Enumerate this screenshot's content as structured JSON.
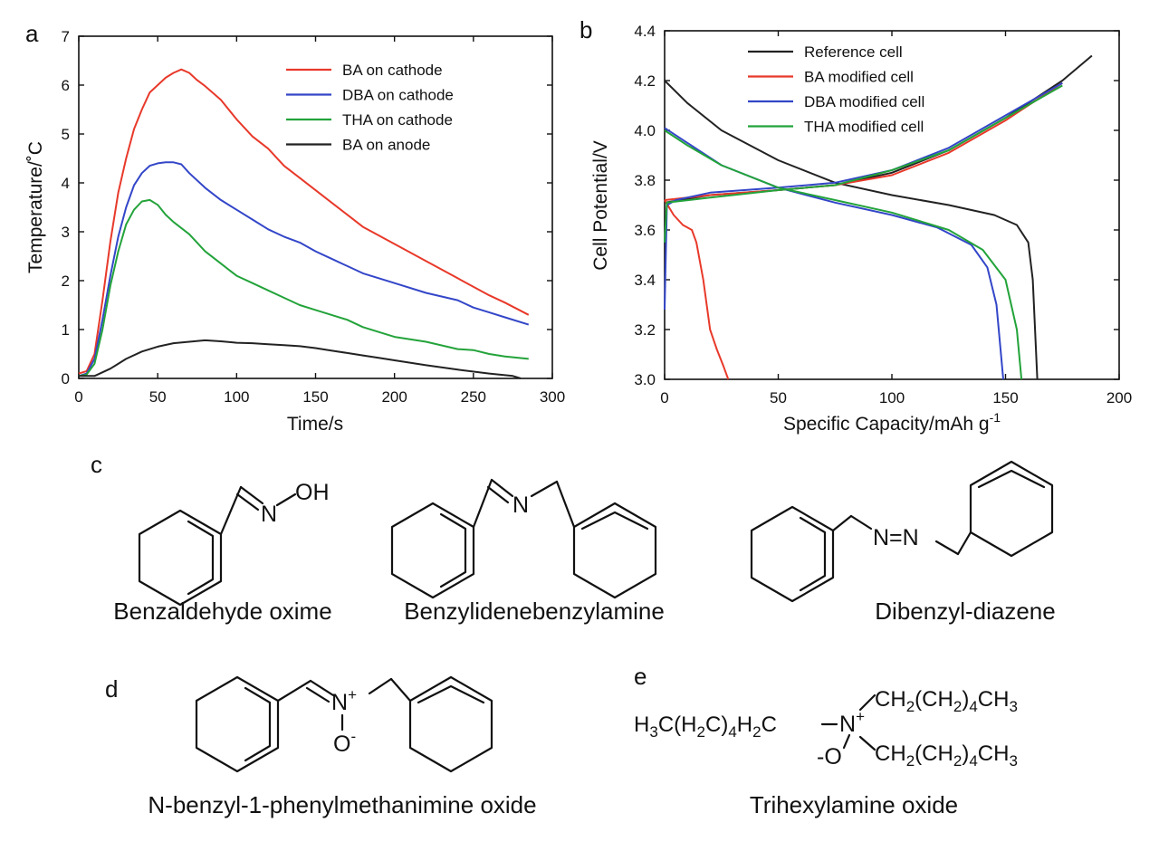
{
  "panels": {
    "a": "a",
    "b": "b",
    "c": "c",
    "d": "d",
    "e": "e"
  },
  "chart_data": [
    {
      "type": "line",
      "panel": "a",
      "title": "",
      "xlabel": "Time/s",
      "ylabel": "Temperature/˚C",
      "xlim": [
        0,
        300
      ],
      "ylim": [
        0,
        7
      ],
      "xticks": [
        "0",
        "50",
        "100",
        "150",
        "200",
        "250",
        "300"
      ],
      "yticks": [
        "0",
        "1",
        "2",
        "3",
        "4",
        "5",
        "6",
        "7"
      ],
      "grid": false,
      "legend_position": "top-right",
      "series": [
        {
          "name": "BA on cathode",
          "color": "#e8392a",
          "points": [
            [
              0,
              0.1
            ],
            [
              5,
              0.15
            ],
            [
              10,
              0.5
            ],
            [
              15,
              1.6
            ],
            [
              20,
              2.8
            ],
            [
              25,
              3.8
            ],
            [
              30,
              4.5
            ],
            [
              35,
              5.1
            ],
            [
              40,
              5.5
            ],
            [
              45,
              5.85
            ],
            [
              50,
              6.0
            ],
            [
              55,
              6.15
            ],
            [
              60,
              6.25
            ],
            [
              65,
              6.32
            ],
            [
              70,
              6.25
            ],
            [
              75,
              6.1
            ],
            [
              80,
              5.98
            ],
            [
              90,
              5.7
            ],
            [
              100,
              5.3
            ],
            [
              110,
              4.95
            ],
            [
              120,
              4.7
            ],
            [
              130,
              4.35
            ],
            [
              140,
              4.1
            ],
            [
              150,
              3.85
            ],
            [
              160,
              3.6
            ],
            [
              170,
              3.35
            ],
            [
              180,
              3.1
            ],
            [
              200,
              2.75
            ],
            [
              220,
              2.4
            ],
            [
              240,
              2.05
            ],
            [
              260,
              1.7
            ],
            [
              270,
              1.55
            ],
            [
              285,
              1.3
            ]
          ]
        },
        {
          "name": "DBA on cathode",
          "color": "#3346c8",
          "points": [
            [
              0,
              0.05
            ],
            [
              5,
              0.1
            ],
            [
              10,
              0.4
            ],
            [
              15,
              1.2
            ],
            [
              20,
              2.1
            ],
            [
              25,
              2.9
            ],
            [
              30,
              3.5
            ],
            [
              35,
              3.95
            ],
            [
              40,
              4.2
            ],
            [
              45,
              4.35
            ],
            [
              50,
              4.4
            ],
            [
              55,
              4.42
            ],
            [
              60,
              4.42
            ],
            [
              65,
              4.38
            ],
            [
              70,
              4.2
            ],
            [
              80,
              3.9
            ],
            [
              90,
              3.65
            ],
            [
              100,
              3.45
            ],
            [
              110,
              3.25
            ],
            [
              120,
              3.05
            ],
            [
              130,
              2.9
            ],
            [
              140,
              2.78
            ],
            [
              150,
              2.6
            ],
            [
              160,
              2.45
            ],
            [
              180,
              2.15
            ],
            [
              200,
              1.95
            ],
            [
              220,
              1.75
            ],
            [
              240,
              1.6
            ],
            [
              250,
              1.45
            ],
            [
              260,
              1.35
            ],
            [
              270,
              1.25
            ],
            [
              285,
              1.1
            ]
          ]
        },
        {
          "name": "THA on cathode",
          "color": "#23a33a",
          "points": [
            [
              0,
              0.05
            ],
            [
              5,
              0.08
            ],
            [
              10,
              0.3
            ],
            [
              15,
              1.0
            ],
            [
              20,
              1.9
            ],
            [
              25,
              2.6
            ],
            [
              30,
              3.15
            ],
            [
              35,
              3.45
            ],
            [
              40,
              3.62
            ],
            [
              45,
              3.65
            ],
            [
              50,
              3.55
            ],
            [
              55,
              3.35
            ],
            [
              60,
              3.2
            ],
            [
              70,
              2.95
            ],
            [
              80,
              2.6
            ],
            [
              90,
              2.35
            ],
            [
              100,
              2.1
            ],
            [
              110,
              1.95
            ],
            [
              120,
              1.8
            ],
            [
              130,
              1.65
            ],
            [
              140,
              1.5
            ],
            [
              150,
              1.4
            ],
            [
              160,
              1.3
            ],
            [
              170,
              1.2
            ],
            [
              180,
              1.05
            ],
            [
              190,
              0.95
            ],
            [
              200,
              0.85
            ],
            [
              220,
              0.75
            ],
            [
              240,
              0.6
            ],
            [
              250,
              0.58
            ],
            [
              260,
              0.5
            ],
            [
              270,
              0.45
            ],
            [
              285,
              0.4
            ]
          ]
        },
        {
          "name": "BA on anode",
          "color": "#222222",
          "points": [
            [
              0,
              0.05
            ],
            [
              10,
              0.05
            ],
            [
              20,
              0.2
            ],
            [
              30,
              0.4
            ],
            [
              40,
              0.55
            ],
            [
              50,
              0.65
            ],
            [
              60,
              0.72
            ],
            [
              70,
              0.75
            ],
            [
              80,
              0.78
            ],
            [
              90,
              0.76
            ],
            [
              100,
              0.73
            ],
            [
              110,
              0.72
            ],
            [
              120,
              0.7
            ],
            [
              130,
              0.68
            ],
            [
              140,
              0.66
            ],
            [
              150,
              0.62
            ],
            [
              160,
              0.57
            ],
            [
              170,
              0.52
            ],
            [
              180,
              0.47
            ],
            [
              190,
              0.42
            ],
            [
              200,
              0.37
            ],
            [
              220,
              0.27
            ],
            [
              240,
              0.18
            ],
            [
              260,
              0.1
            ],
            [
              275,
              0.05
            ],
            [
              280,
              0.0
            ]
          ]
        }
      ]
    },
    {
      "type": "line",
      "panel": "b",
      "title": "",
      "xlabel": "Specific Capacity/mAh g",
      "xlabel_superscript": "-1",
      "ylabel": "Cell Potential/V",
      "xlim": [
        0,
        200
      ],
      "ylim": [
        3.0,
        4.4
      ],
      "xticks": [
        "0",
        "50",
        "100",
        "150",
        "200"
      ],
      "yticks": [
        "3.0",
        "3.2",
        "3.4",
        "3.6",
        "3.8",
        "4.0",
        "4.2",
        "4.4"
      ],
      "grid": false,
      "legend_position": "top-center",
      "series": [
        {
          "name": "Reference cell",
          "color": "#222222",
          "charge": [
            [
              0,
              3.71
            ],
            [
              20,
              3.74
            ],
            [
              50,
              3.76
            ],
            [
              75,
              3.78
            ],
            [
              100,
              3.83
            ],
            [
              125,
              3.92
            ],
            [
              150,
              4.05
            ],
            [
              175,
              4.2
            ],
            [
              188,
              4.3
            ]
          ],
          "discharge": [
            [
              0,
              4.2
            ],
            [
              10,
              4.11
            ],
            [
              25,
              4.0
            ],
            [
              50,
              3.88
            ],
            [
              75,
              3.79
            ],
            [
              100,
              3.74
            ],
            [
              125,
              3.7
            ],
            [
              145,
              3.66
            ],
            [
              155,
              3.62
            ],
            [
              160,
              3.55
            ],
            [
              162,
              3.4
            ],
            [
              163,
              3.2
            ],
            [
              164,
              3.0
            ]
          ]
        },
        {
          "name": "BA modified cell",
          "color": "#e8392a",
          "charge": [
            [
              0,
              3.72
            ],
            [
              20,
              3.74
            ],
            [
              50,
              3.76
            ],
            [
              75,
              3.78
            ],
            [
              100,
              3.82
            ],
            [
              125,
              3.91
            ],
            [
              150,
              4.04
            ],
            [
              170,
              4.16
            ],
            [
              175,
              4.19
            ]
          ],
          "discharge": [
            [
              0,
              3.72
            ],
            [
              4,
              3.66
            ],
            [
              8,
              3.62
            ],
            [
              12,
              3.6
            ],
            [
              14,
              3.55
            ],
            [
              17,
              3.4
            ],
            [
              20,
              3.2
            ],
            [
              23,
              3.12
            ],
            [
              26,
              3.05
            ],
            [
              28,
              3.0
            ]
          ]
        },
        {
          "name": "DBA modified cell",
          "color": "#3346c8",
          "charge": [
            [
              0,
              3.28
            ],
            [
              0.5,
              3.5
            ],
            [
              1,
              3.7
            ],
            [
              5,
              3.72
            ],
            [
              20,
              3.75
            ],
            [
              50,
              3.77
            ],
            [
              75,
              3.79
            ],
            [
              100,
              3.84
            ],
            [
              125,
              3.93
            ],
            [
              150,
              4.06
            ],
            [
              175,
              4.19
            ]
          ],
          "discharge": [
            [
              0,
              4.01
            ],
            [
              10,
              3.95
            ],
            [
              25,
              3.86
            ],
            [
              50,
              3.77
            ],
            [
              75,
              3.71
            ],
            [
              100,
              3.66
            ],
            [
              120,
              3.61
            ],
            [
              135,
              3.54
            ],
            [
              142,
              3.45
            ],
            [
              146,
              3.3
            ],
            [
              148,
              3.1
            ],
            [
              149,
              3.0
            ]
          ]
        },
        {
          "name": "THA modified cell",
          "color": "#23a33a",
          "charge": [
            [
              0,
              3.55
            ],
            [
              1,
              3.71
            ],
            [
              20,
              3.73
            ],
            [
              50,
              3.76
            ],
            [
              75,
              3.78
            ],
            [
              100,
              3.84
            ],
            [
              125,
              3.92
            ],
            [
              150,
              4.05
            ],
            [
              175,
              4.18
            ]
          ],
          "discharge": [
            [
              0,
              4.0
            ],
            [
              10,
              3.94
            ],
            [
              25,
              3.86
            ],
            [
              50,
              3.77
            ],
            [
              75,
              3.72
            ],
            [
              100,
              3.67
            ],
            [
              125,
              3.6
            ],
            [
              140,
              3.52
            ],
            [
              150,
              3.4
            ],
            [
              155,
              3.2
            ],
            [
              157,
              3.0
            ]
          ]
        }
      ]
    }
  ],
  "molecules": {
    "benzaldehyde_oxime": {
      "name": "Benzaldehyde oxime",
      "N": "N",
      "OH": "OH"
    },
    "benzylidenebenzylamine": {
      "name": "Benzylidenebenzylamine",
      "N": "N"
    },
    "dibenzyl_diazene": {
      "name": "Dibenzyl-diazene",
      "NN": "N=N"
    },
    "nitrone": {
      "name": "N-benzyl-1-phenylmethanimine oxide",
      "N": "N",
      "Ncharge": "+",
      "O": "O",
      "Ocharge": "-"
    },
    "trihexylamine_oxide": {
      "name": "Trihexylamine oxide",
      "left_chain": "H3C(H2C)4H2C",
      "upper_chain": "CH2(CH2)4CH3",
      "lower_chain": "CH2(CH2)4CH3",
      "N": "N",
      "Ncharge": "+",
      "O": "-O"
    }
  }
}
